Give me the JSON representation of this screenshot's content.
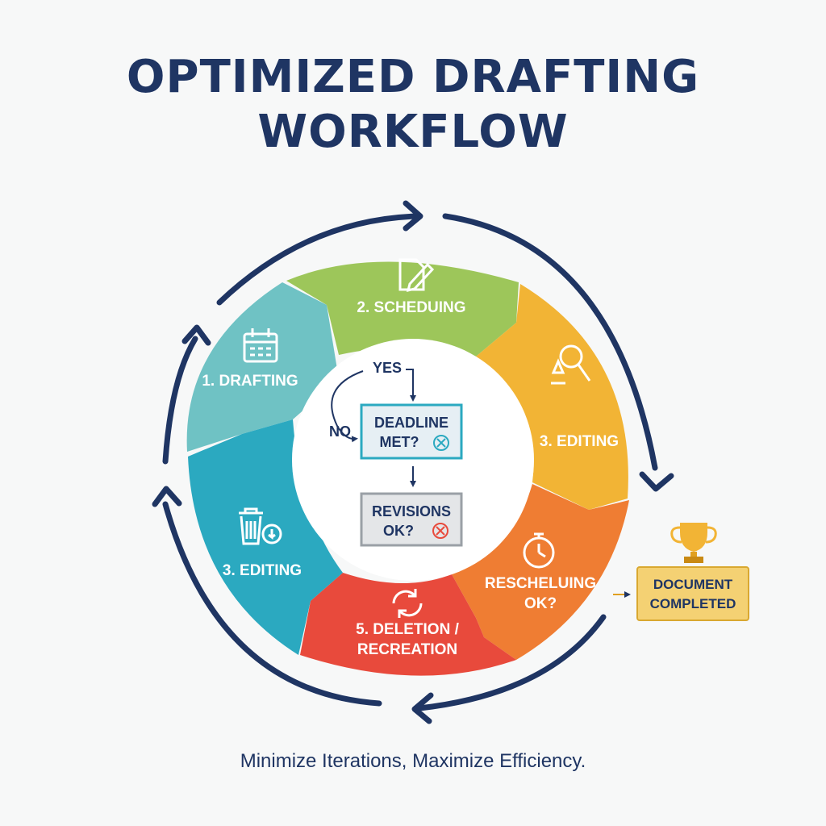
{
  "title": {
    "line1": "OPTIMIZED DRAFTING",
    "line2": "WORKFLOW"
  },
  "tagline": "Minimize Iterations, Maximize Efficiency.",
  "segments": {
    "drafting": {
      "label": "1. DRAFTING",
      "icon": "calendar-icon",
      "color": "#6fc2c4"
    },
    "scheduling": {
      "label": "2. SCHEDUING",
      "icon": "edit-document-icon",
      "color": "#9dc65a"
    },
    "editing_right": {
      "label": "3. EDITING",
      "icon": "magnify-icon",
      "color": "#f2b435"
    },
    "rescheduling": {
      "line1": "RESCHELUING",
      "line2": "OK?",
      "icon": "stopwatch-icon",
      "color": "#ef7d33"
    },
    "deletion": {
      "line1": "5. DELETION /",
      "line2": "RECREATION",
      "icon": "refresh-icon",
      "color": "#e84a3c"
    },
    "editing_left": {
      "label": "3. EDITING",
      "icon": "trash-icon",
      "color": "#2ba9c0"
    }
  },
  "center": {
    "yes": "YES",
    "no": "NO",
    "deadline": {
      "line1": "DEADLINE",
      "line2": "MET?"
    },
    "revisions": {
      "line1": "REVISIONS",
      "line2": "OK?"
    }
  },
  "document": {
    "line1": "DOCUMENT",
    "line2": "COMPLETED",
    "icon": "trophy-icon"
  }
}
